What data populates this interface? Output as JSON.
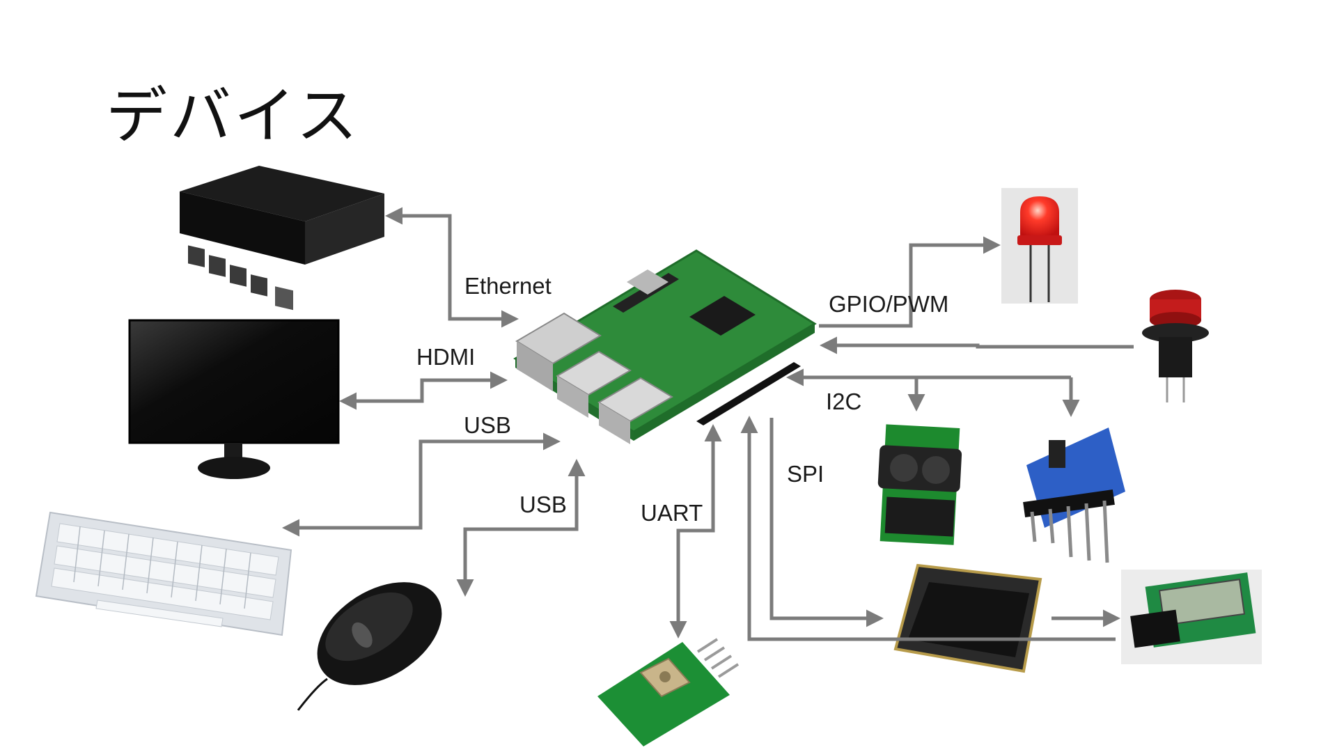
{
  "title": "デバイス",
  "labels": {
    "ethernet": "Ethernet",
    "hdmi": "HDMI",
    "usb_keyboard": "USB",
    "usb_mouse": "USB",
    "uart": "UART",
    "spi": "SPI",
    "gpio_pwm": "GPIO/PWM",
    "i2c": "I2C"
  },
  "colors": {
    "arrow": "#7b7b7b",
    "pcb": "#2e8b3a",
    "led": "#e02020"
  }
}
